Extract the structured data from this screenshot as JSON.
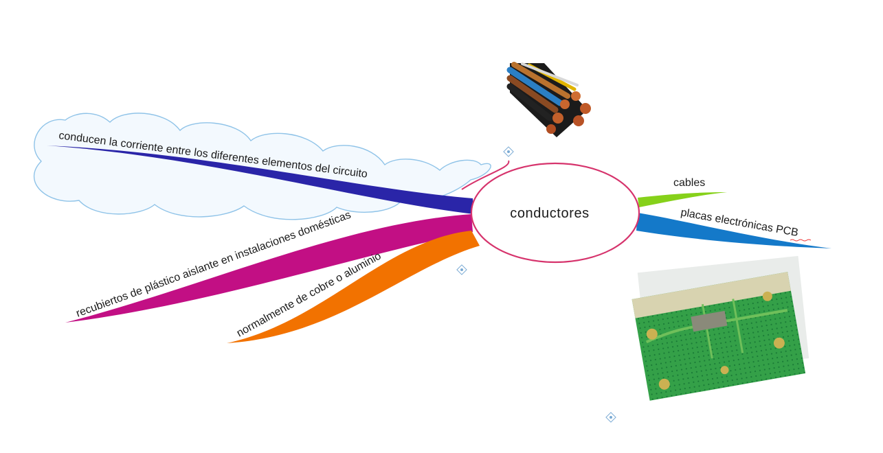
{
  "central_topic": {
    "label": "conductores",
    "outline_color": "#d6336c"
  },
  "branches": [
    {
      "id": "b1",
      "label": "conducen la corriente entre los diferentes elementos del circuito",
      "color": "#2a25a8"
    },
    {
      "id": "b2",
      "label": "recubiertos de plástico aislante en instalaciones domésticas",
      "color": "#c20f84"
    },
    {
      "id": "b3",
      "label": "normalmente de cobre o aluminio",
      "color": "#f27200"
    },
    {
      "id": "b4",
      "label": "cables",
      "color": "#86d11a"
    },
    {
      "id": "b5",
      "label": "placas electrónicas PCB",
      "color": "#1479c9"
    }
  ],
  "callout_color": "#8fc3e8",
  "images": [
    {
      "id": "cable-image",
      "icon": "electrical-cable"
    },
    {
      "id": "pcb-image",
      "icon": "printed-circuit-board"
    }
  ]
}
